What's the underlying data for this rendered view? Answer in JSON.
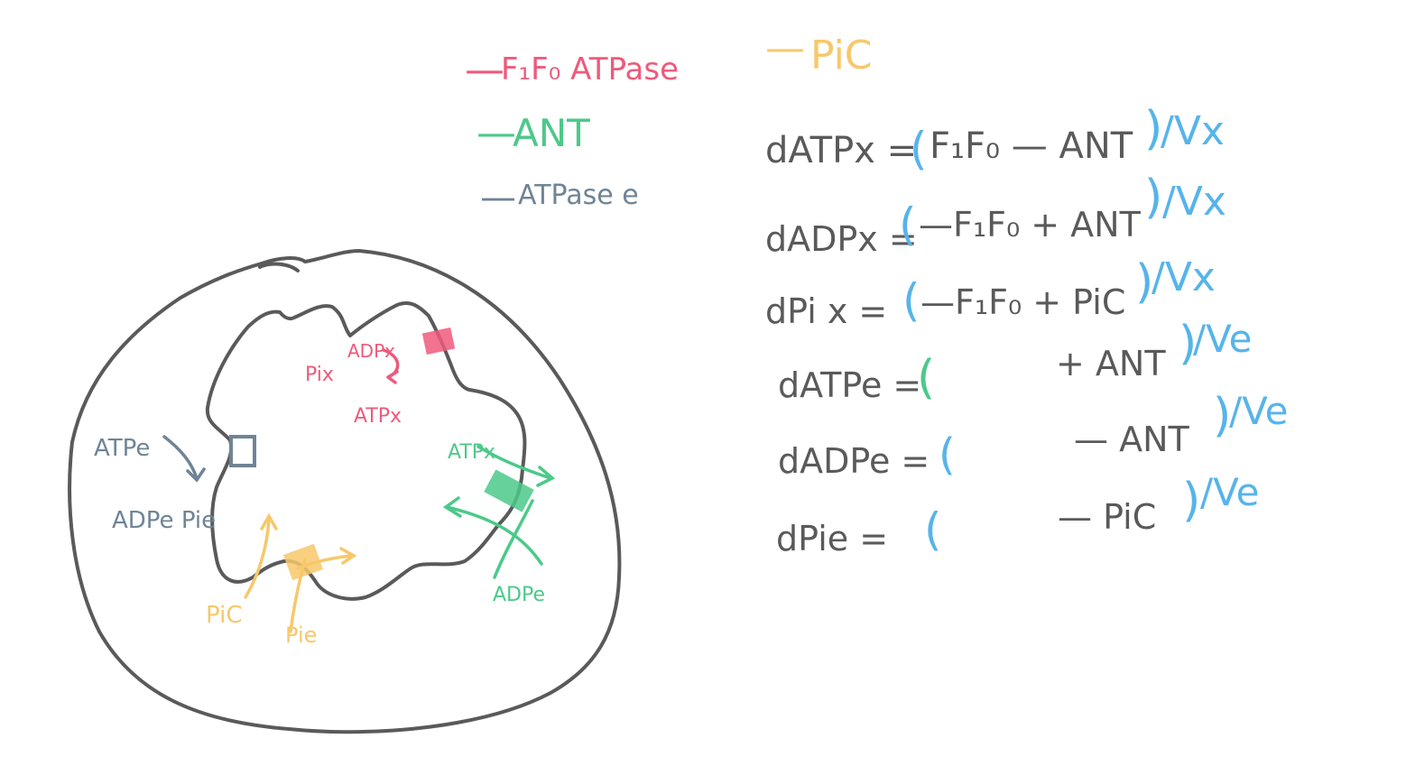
{
  "legend": {
    "item_f1f0": {
      "dash": "—",
      "text": "F₁F₀ ATPase",
      "color": "#ee5a7c"
    },
    "item_pic": {
      "dash": "—",
      "text": "PiC",
      "color": "#f7c86a"
    },
    "item_ant": {
      "dash": "—",
      "text": "ANT",
      "color": "#4cc98a"
    },
    "item_atpase_e": {
      "dash": "—",
      "text": "ATPase e",
      "color": "#6f8496"
    }
  },
  "equations": [
    {
      "lhs": "dATPx =",
      "open": "(",
      "body": "F₁F₀ — ANT",
      "close": ")",
      "denom": "/Vx"
    },
    {
      "lhs": "dADPx =",
      "open": "(",
      "body": "—F₁F₀ + ANT",
      "close": ")",
      "denom": "/Vx"
    },
    {
      "lhs": "dPi x =",
      "open": "(",
      "body": "—F₁F₀ + PiC",
      "close": ")",
      "denom": "/Vx"
    },
    {
      "lhs": "dATPe =",
      "open": "(",
      "body": "+ ANT",
      "close": ")",
      "denom": "/Ve"
    },
    {
      "lhs": "dADPe =",
      "open": "(",
      "body": "— ANT",
      "close": ")",
      "denom": "/Ve"
    },
    {
      "lhs": "dPie =",
      "open": "(",
      "body": "— PiC",
      "close": ")",
      "denom": "/Ve"
    }
  ],
  "diagram": {
    "labels": {
      "pix": "Pix",
      "adpx": "ADPx",
      "atpx_red": "ATPx",
      "atpx_green": "ATPx",
      "adpe_green": "ADPe",
      "atpe": "ATPe",
      "adpe_pie": "ADPe Pie",
      "pic": "PiC",
      "pie": "Pie"
    }
  },
  "colors": {
    "red": "#ee5a7c",
    "green": "#4cc98a",
    "slate": "#6f8496",
    "yellow": "#f7c86a",
    "blue": "#56b4ea",
    "gray": "#5a5a5a"
  }
}
